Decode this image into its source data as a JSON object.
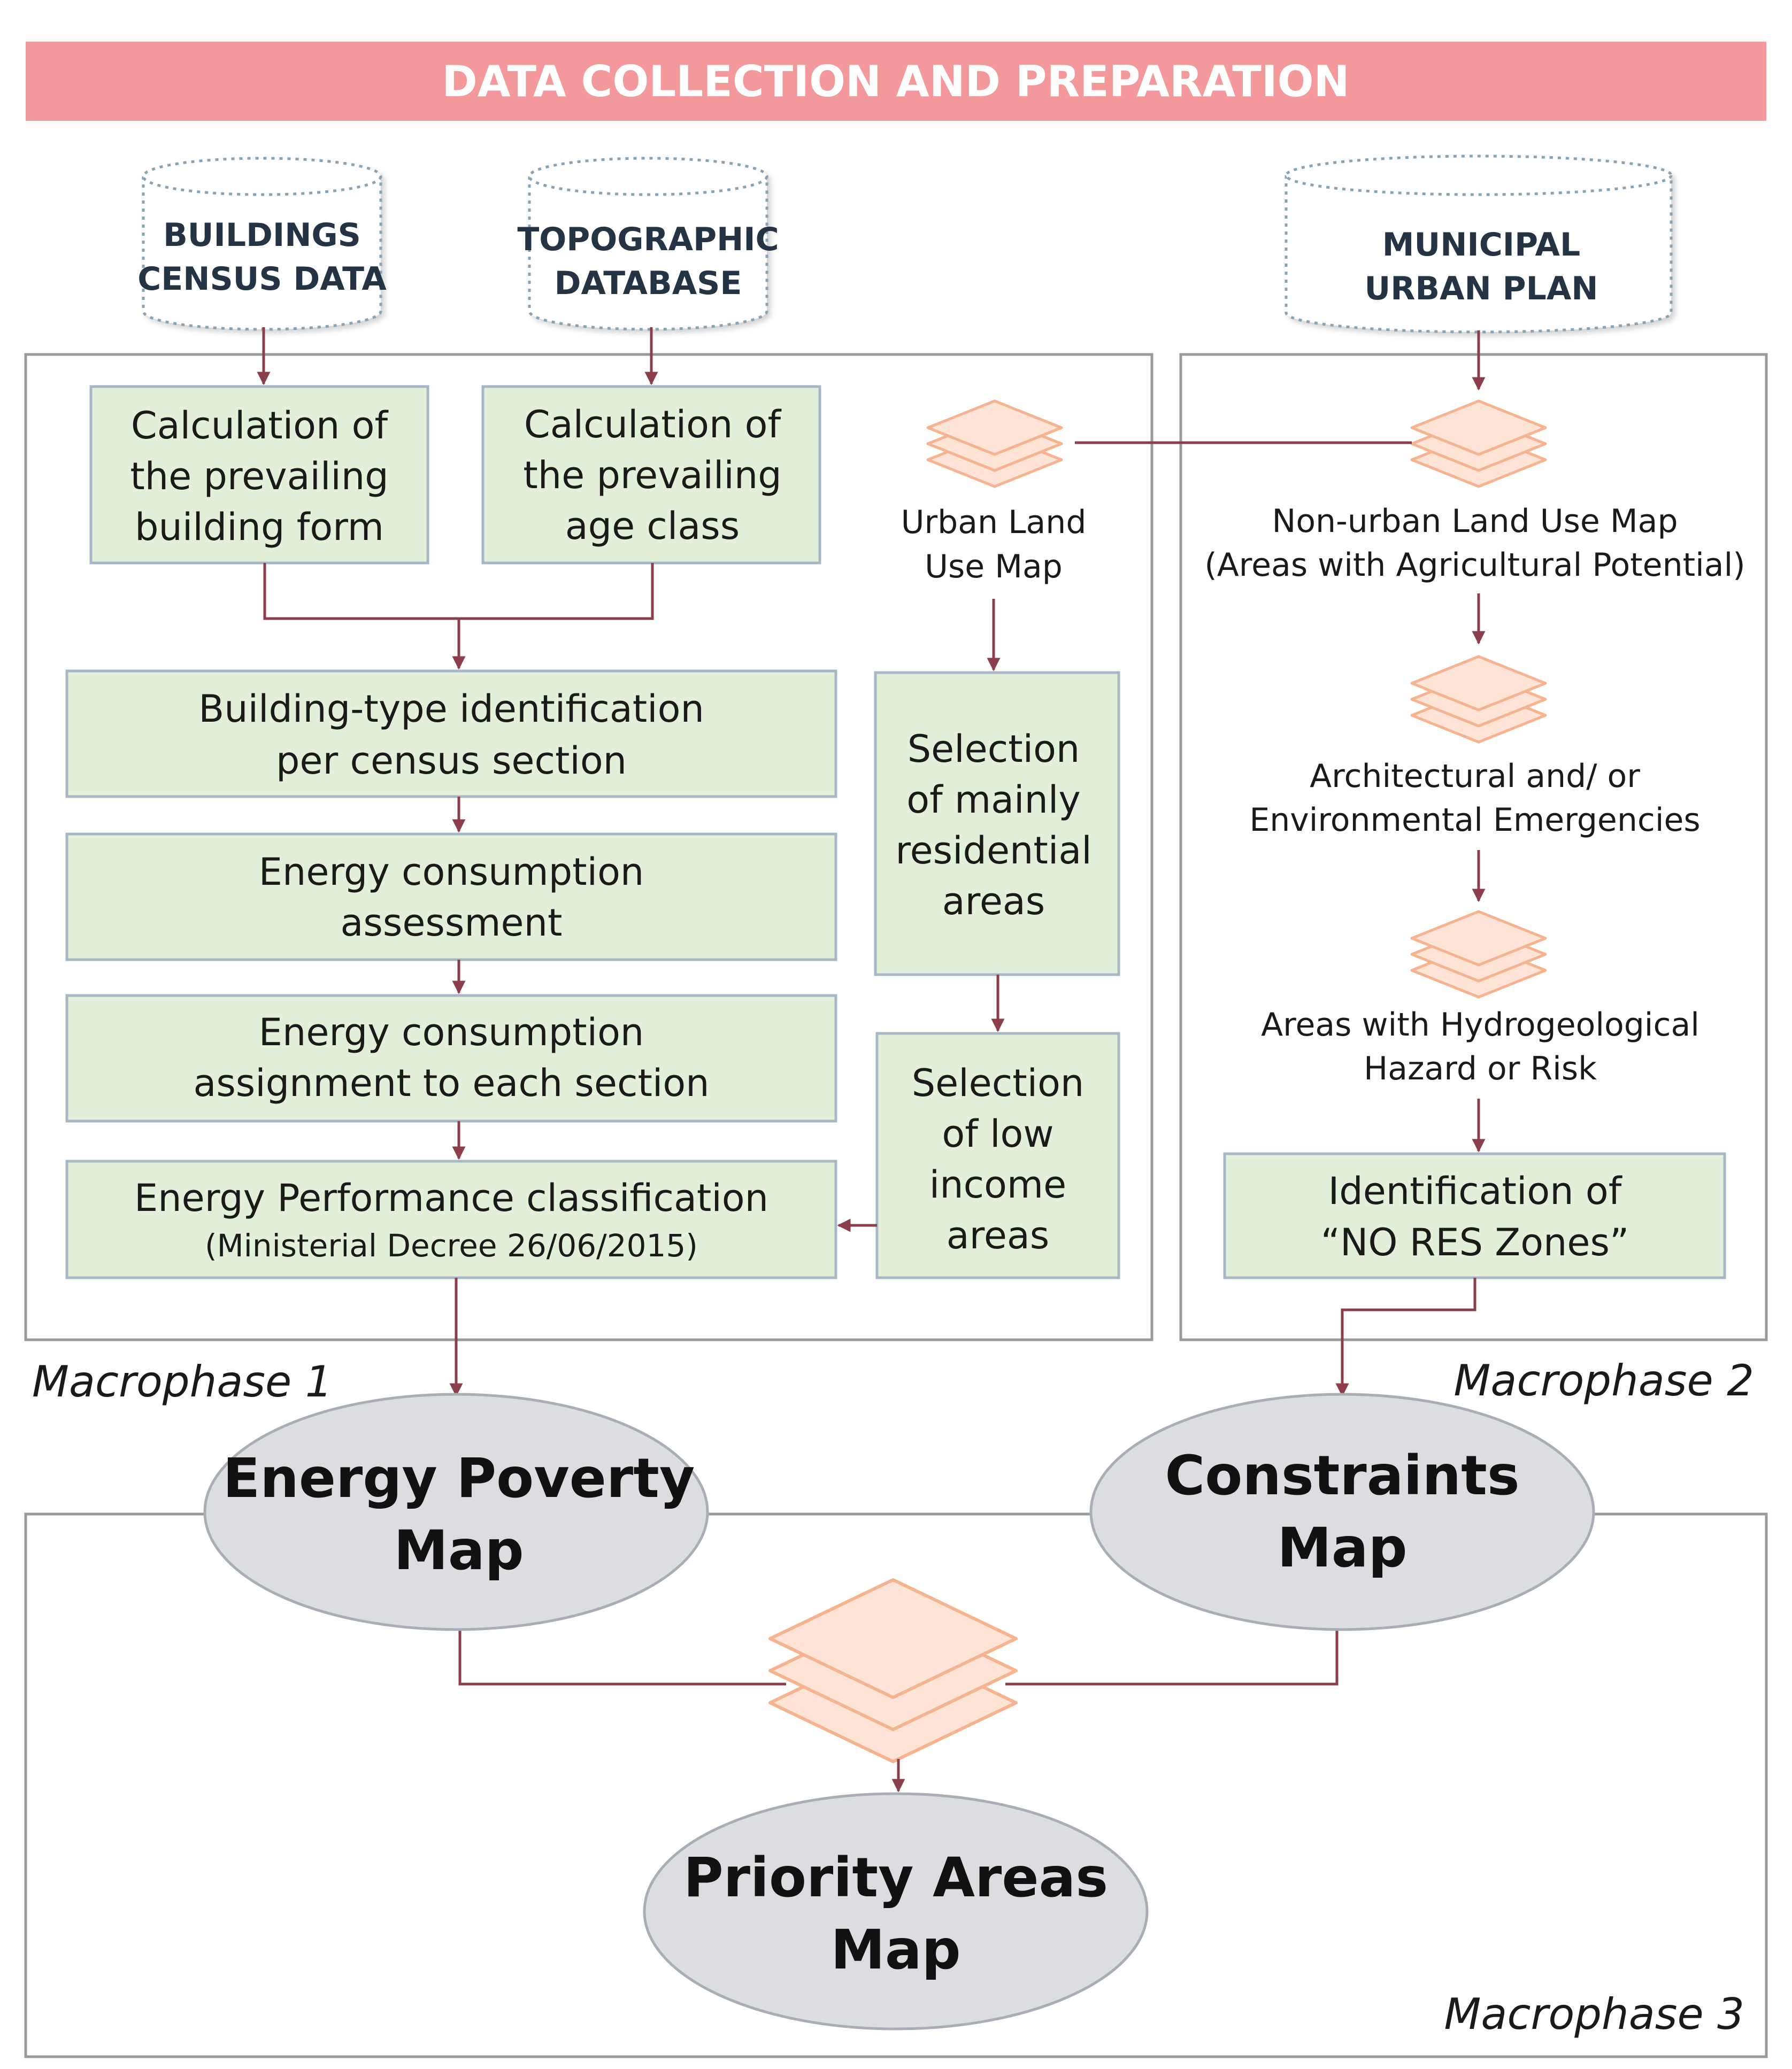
{
  "header": {
    "title": "DATA COLLECTION AND PREPARATION"
  },
  "sources": {
    "buildings_census": [
      "BUILDINGS",
      "CENSUS DATA"
    ],
    "topographic": [
      "TOPOGRAPHIC",
      "DATABASE"
    ],
    "municipal_plan": [
      "MUNICIPAL",
      "URBAN PLAN"
    ]
  },
  "macrophase1": {
    "label": "Macrophase 1",
    "calc_form": [
      "Calculation of",
      "the prevailing",
      "building form"
    ],
    "calc_age": [
      "Calculation of",
      "the prevailing",
      "age class"
    ],
    "urban_land_use": [
      "Urban Land",
      "Use Map"
    ],
    "building_type": [
      "Building-type identification",
      "per census section"
    ],
    "energy_assessment": [
      "Energy consumption",
      "assessment"
    ],
    "energy_assignment": [
      "Energy consumption",
      "assignment to each section"
    ],
    "energy_performance": [
      "Energy Performance classification",
      "(Ministerial Decree 26/06/2015)"
    ],
    "selection_residential": [
      "Selection",
      "of mainly",
      "residential",
      "areas"
    ],
    "selection_low_income": [
      "Selection",
      "of low",
      "income",
      "areas"
    ]
  },
  "macrophase2": {
    "label": "Macrophase 2",
    "non_urban": [
      "Non-urban Land Use Map",
      "(Areas with Agricultural Potential)"
    ],
    "architectural": [
      "Architectural and/ or",
      "Environmental Emergencies"
    ],
    "hydro": [
      "Areas with Hydrogeological",
      "Hazard or Risk"
    ],
    "no_res": [
      "Identification of",
      "“NO RES Zones”"
    ]
  },
  "macrophase3": {
    "label": "Macrophase 3"
  },
  "outputs": {
    "energy_poverty": [
      "Energy Poverty",
      "Map"
    ],
    "constraints": [
      "Constraints",
      "Map"
    ],
    "priority": [
      "Priority Areas",
      "Map"
    ]
  },
  "colors": {
    "header_fill": "#f4999b",
    "box_fill": "#e2f0d9",
    "box_stroke": "#a7b7c6",
    "oval_fill": "#dcdde1",
    "layer_fill": "#fde4d6",
    "layer_stroke": "#f6b38e",
    "connector": "#8c3f4a",
    "frame": "#9a9a9a"
  }
}
